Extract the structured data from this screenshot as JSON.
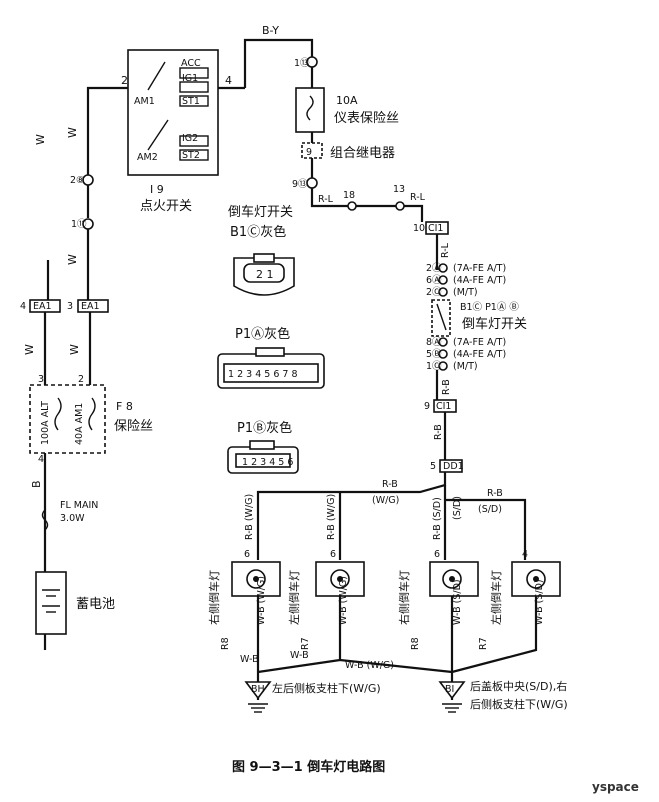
{
  "caption": "图 9—3—1   倒车灯电路图",
  "watermark": "yspace",
  "wires": {
    "b_y": "B-Y",
    "w": "W",
    "b": "B",
    "r_l": "R-L",
    "r_b": "R-B",
    "w_g": "(W/G)",
    "s_d": "(S/D)",
    "r_b_wg": "R-B (W/G)",
    "r_b_sd": "R-B (S/D)",
    "w_b": "W-B",
    "w_b_wg": "W-B (W/G)",
    "w_b_sd": "W-B (S/D)"
  },
  "ignition": {
    "pins": [
      "ACC",
      "IG1",
      "ST1",
      "IG2",
      "ST2",
      "AM1",
      "AM2"
    ],
    "terminal_left": "2",
    "terminal_right": "4",
    "code": "I 9",
    "name": "点火开关"
  },
  "connectors": {
    "c2b": "2⑧",
    "c1h": "1⑪",
    "ea1": "EA1",
    "ea1_pin_a": "4",
    "ea1_pin_b": "3",
    "c1b_top": "1⑬",
    "c9b": "9⑬",
    "c18": "18",
    "c13": "13",
    "ci1_top": "CI1",
    "ci1_top_pin": "10",
    "ci1_bottom": "CI1",
    "ci1_bottom_pin": "9",
    "dd1": "DD1",
    "dd1_pin": "5"
  },
  "fuse_box": {
    "pin3": "3",
    "pin2": "2",
    "pin4": "4",
    "fuse_alt": "100A ALT",
    "fuse_am1": "40A AM1",
    "code": "F 8",
    "name": "保险丝"
  },
  "fl_main": {
    "name": "FL MAIN",
    "rating": "3.0W"
  },
  "battery": {
    "name": "蓄电池"
  },
  "gauge_fuse": {
    "rating": "10A",
    "name": "仪表保险丝"
  },
  "relay": {
    "pin": "9",
    "name": "组合继电器"
  },
  "backup_switch": {
    "in_pins": [
      {
        "num": "2Ⓐ",
        "note": "(7A-FE A/T)"
      },
      {
        "num": "6Ⓐ",
        "note": "(4A-FE A/T)"
      },
      {
        "num": "2Ⓒ",
        "note": "(M/T)"
      }
    ],
    "out_pins": [
      {
        "num": "8Ⓐ",
        "note": "(7A-FE A/T)"
      },
      {
        "num": "5Ⓑ",
        "note": "(4A-FE A/T)"
      },
      {
        "num": "1Ⓒ",
        "note": "(M/T)"
      }
    ],
    "connectors": "B1Ⓒ P1Ⓐ Ⓑ",
    "name": "倒车灯开关"
  },
  "connector_views": {
    "group_title": "倒车灯开关",
    "b1c": "B1Ⓒ灰色",
    "b1c_pins": "2 1",
    "p1a": "P1Ⓐ灰色",
    "p1a_pins": "1 2 3 4 5 6 7 8",
    "p1b": "P1Ⓑ灰色",
    "p1b_pins": "1 2 3 4 5 6"
  },
  "lamps": [
    {
      "pin": "6",
      "code": "R8",
      "name": "右侧倒车灯"
    },
    {
      "pin": "6",
      "code": "R7",
      "name": "左侧倒车灯"
    },
    {
      "pin": "6",
      "code": "R8",
      "name": "右侧倒车灯"
    },
    {
      "pin": "4",
      "code": "R7",
      "name": "左侧倒车灯"
    }
  ],
  "grounds": [
    {
      "code": "BH",
      "desc": "左后侧板支柱下(W/G)"
    },
    {
      "code": "BI",
      "desc_line1": "后盖板中央(S/D),右",
      "desc_line2": "后侧板支柱下(W/G)"
    }
  ]
}
